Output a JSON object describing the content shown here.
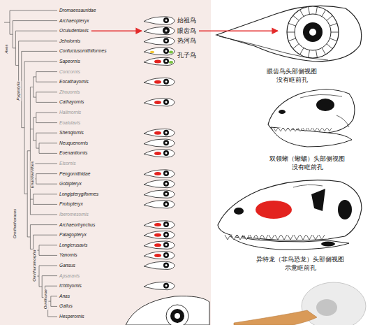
{
  "diagram": {
    "labels": [
      "Dromaeosauridae",
      "Archaeopteryx",
      "Oculudentavis",
      "Jeholornis",
      "Confuciusornithiformes",
      "Sapeornis",
      "Concornis",
      "Eocathayornis",
      "Zhouornis",
      "Cathayornis",
      "Halimornis",
      "Eoalulavis",
      "Shenqiornis",
      "Neuquenornis",
      "Eoenantiornis",
      "Elsornis",
      "Pengornithidae",
      "Gobipteryx",
      "Longipterygiformes",
      "Protopteryx",
      "Iberomesornis",
      "Archaeorhynchus",
      "Patagopteryx",
      "Longicrusavis",
      "Yanornis",
      "Gansus",
      "Apsaravis",
      "Ichthyornis",
      "Anas",
      "Gallus",
      "Hesperornis",
      "Aves",
      "Pygostylia",
      "Enantiornithes",
      "Ornithothoraces",
      "Ornithuromorpha",
      "Ornithurae",
      "始祖鸟",
      "眼齿鸟",
      "热河鸟",
      "孔子鸟",
      "眼齿鸟头部侧视图",
      "没有眶前孔",
      "双领蜥（蜥蜴）头部侧视图",
      "没有眶前孔",
      "异特龙（非鸟恐龙）头部侧视图",
      "示意眶前孔"
    ]
  }
}
